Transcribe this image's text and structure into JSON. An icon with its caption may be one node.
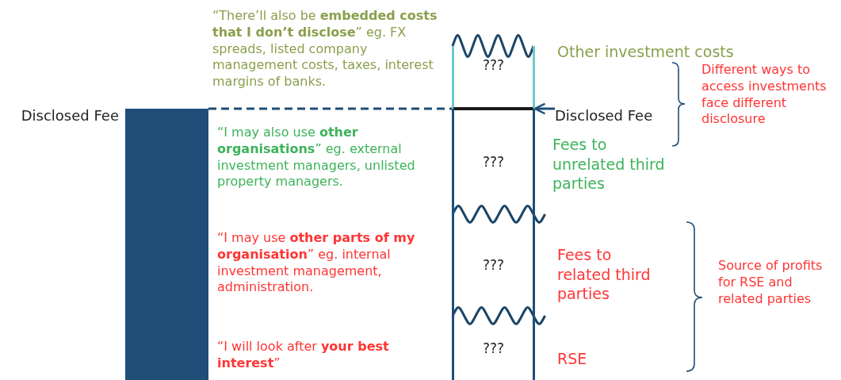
{
  "diagram": {
    "nodes": [
      {
        "text": [],
        "shape": "bar",
        "beside": [
          "Disclosed Fee"
        ]
      },
      {
        "text": [
          "???"
        ]
      },
      {
        "text": [
          "???"
        ]
      },
      {
        "text": [
          "???"
        ]
      },
      {
        "text": [
          "???"
        ]
      },
      {
        "text": [
          "Disclosed Fee"
        ]
      }
    ],
    "edges": [
      {
        "from": 0,
        "to": 2,
        "arrow": "none",
        "style": "dashed"
      },
      {
        "from": 5,
        "to": 2,
        "arrow": "to"
      }
    ],
    "labels": [
      "“There’ll also be **embedded costs that I don’t disclose**” eg. FX spreads, listed company management costs, taxes, interest margins of banks.",
      "Other investment costs",
      "Different ways to access investments face different disclosure",
      "“I may also use **other organisations**” eg. external investment managers, unlisted property managers.",
      "Fees to unrelated third parties",
      "“I may use **other parts of my organisation**” eg. internal investment management, administration.",
      "Fees to related third parties",
      "Source of profits for RSE and related parties",
      "“I will look after **your best interest**”",
      "RSE"
    ]
  }
}
